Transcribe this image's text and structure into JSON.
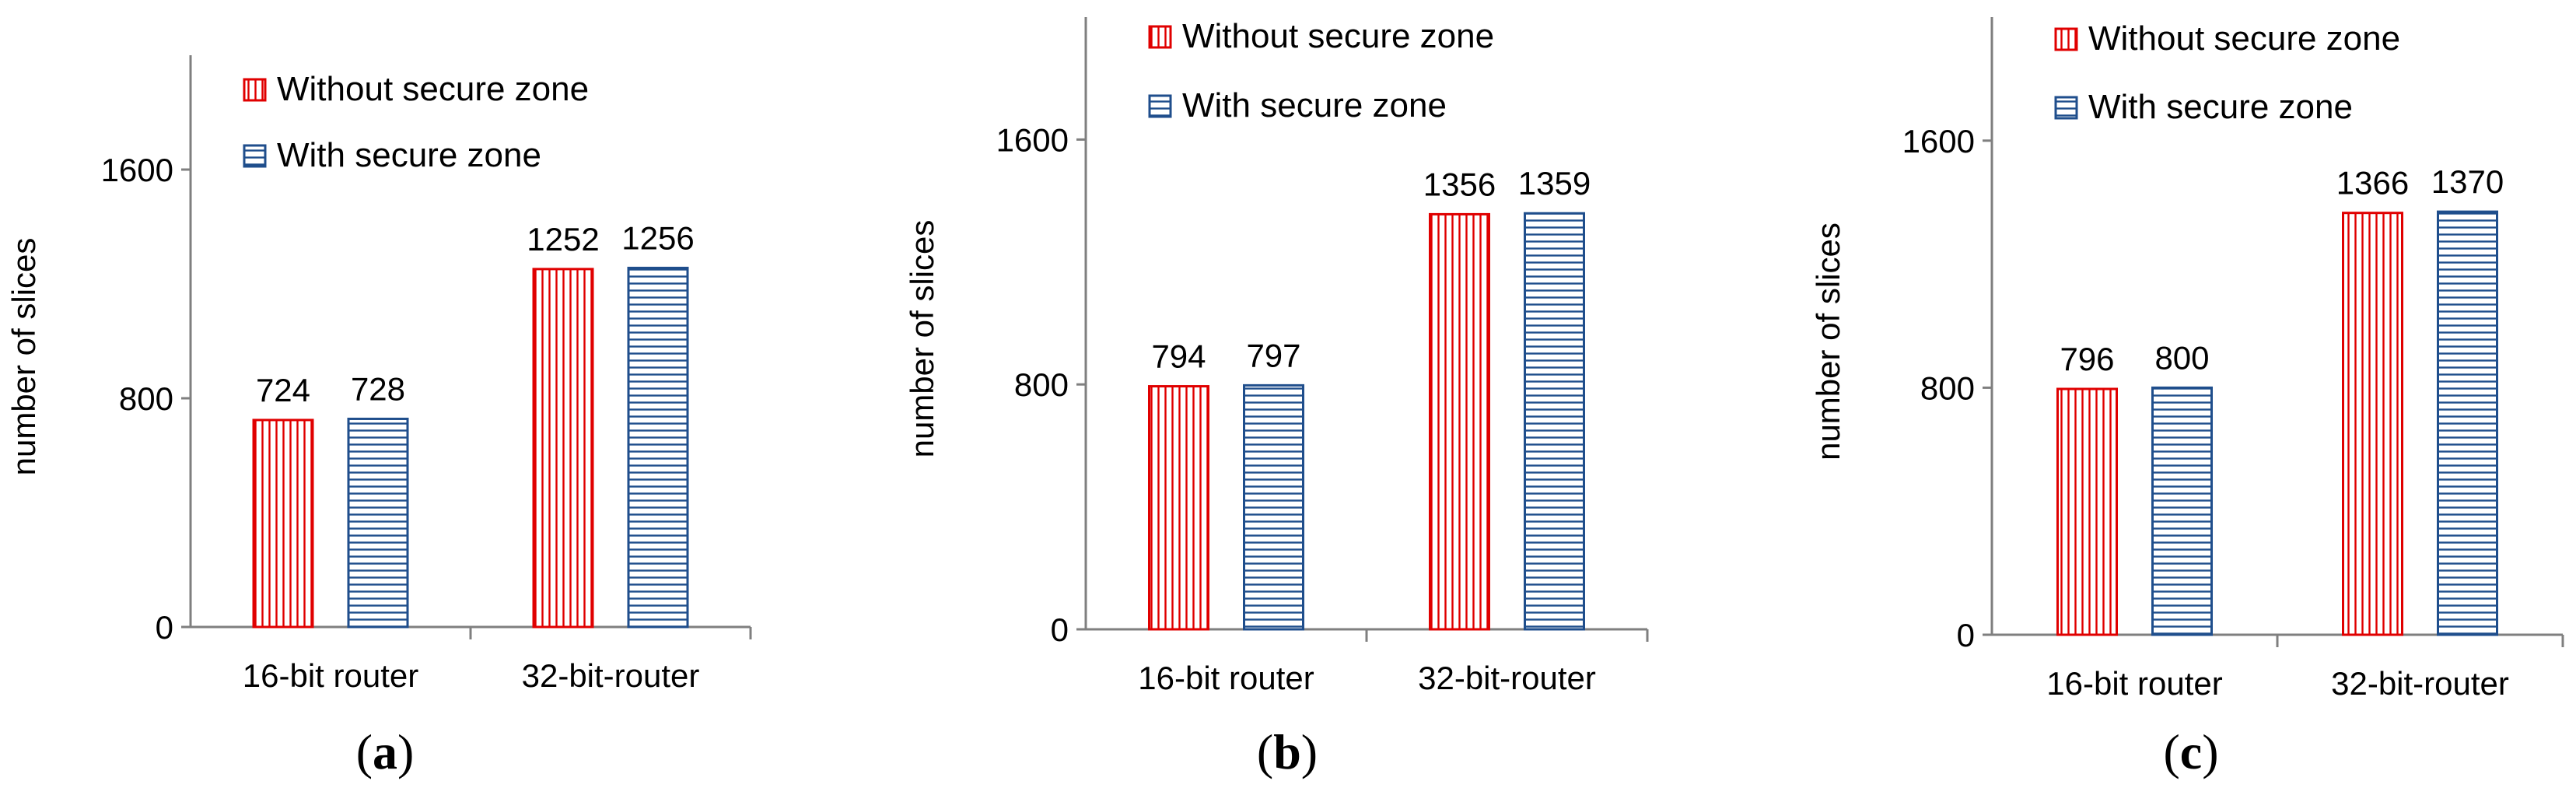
{
  "colors": {
    "without_secure_zone": "#e00000",
    "with_secure_zone": "#1f4e8c",
    "axis": "#7f7f7f"
  },
  "legend": [
    "Without secure zone",
    "With secure zone"
  ],
  "chart_data": [
    {
      "type": "bar",
      "panel": "(a)",
      "ylabel": "number of slices",
      "ylim": [
        0,
        2000
      ],
      "yticks": [
        0,
        800,
        1600
      ],
      "categories": [
        "16-bit router",
        "32-bit-router"
      ],
      "legend_position": "top-left",
      "grid": false,
      "series": [
        {
          "name": "Without secure zone",
          "values": [
            724,
            1252
          ]
        },
        {
          "name": "With secure zone",
          "values": [
            728,
            1256
          ]
        }
      ]
    },
    {
      "type": "bar",
      "panel": "(b)",
      "ylabel": "number of slices",
      "ylim": [
        0,
        2000
      ],
      "yticks": [
        0,
        800,
        1600
      ],
      "categories": [
        "16-bit router",
        "32-bit-router"
      ],
      "legend_position": "top-left",
      "grid": false,
      "series": [
        {
          "name": "Without secure zone",
          "values": [
            794,
            1356
          ]
        },
        {
          "name": "With secure zone",
          "values": [
            797,
            1359
          ]
        }
      ]
    },
    {
      "type": "bar",
      "panel": "(c)",
      "ylabel": "number of slices",
      "ylim": [
        0,
        2000
      ],
      "yticks": [
        0,
        800,
        1600
      ],
      "categories": [
        "16-bit router",
        "32-bit-router"
      ],
      "legend_position": "top-left",
      "grid": false,
      "series": [
        {
          "name": "Without secure zone",
          "values": [
            796,
            1366
          ]
        },
        {
          "name": "With secure zone",
          "values": [
            800,
            1370
          ]
        }
      ]
    }
  ]
}
